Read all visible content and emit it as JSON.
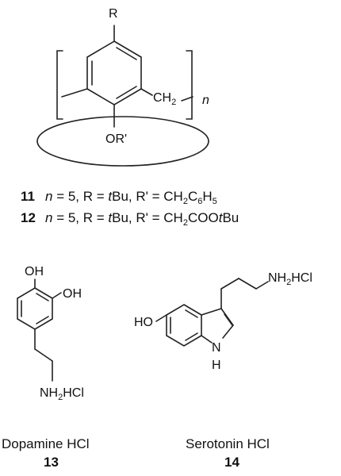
{
  "calixarene": {
    "r_label": "R",
    "ch2_label": "CH2",
    "n_label": "n",
    "or_label": "OR'"
  },
  "compounds": [
    {
      "id": "11",
      "n": "5",
      "r": "tBu",
      "r_prime": "CH2C6H5"
    },
    {
      "id": "12",
      "n": "5",
      "r": "tBu",
      "r_prime": "CH2COOtBu"
    }
  ],
  "dopamine": {
    "oh_top": "OH",
    "oh_side": "OH",
    "amine": "NH2HCl",
    "name": "Dopamine HCl",
    "number": "13"
  },
  "serotonin": {
    "ho": "HO",
    "amine": "NH2HCl",
    "nh": "N",
    "h": "H",
    "name": "Serotonin HCl",
    "number": "14"
  }
}
